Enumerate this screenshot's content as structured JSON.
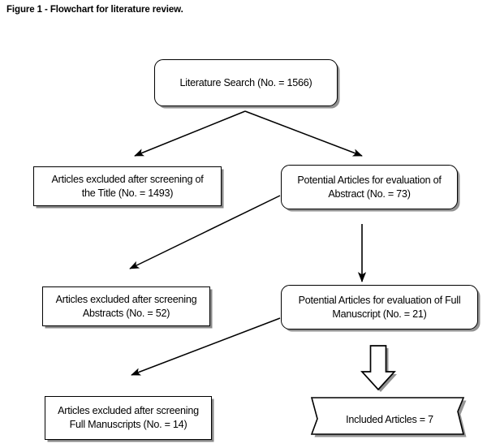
{
  "figure": {
    "caption": "Figure 1 - Flowchart for literature review."
  },
  "colors": {
    "stroke": "#000000",
    "fill": "#ffffff",
    "shadow": "#5a5a5a",
    "background": "#ffffff"
  },
  "chart_data": {
    "type": "diagram",
    "title": "Figure 1 - Flowchart for literature review.",
    "nodes": [
      {
        "id": "literature-search",
        "label": "Literature Search (No. = 1566)",
        "count": 1566,
        "shape": "rounded-rect",
        "level": 0,
        "column": "center"
      },
      {
        "id": "excluded-title",
        "label": "Articles excluded after screening of the Title (No. = 1493)",
        "count": 1493,
        "shape": "rect",
        "level": 1,
        "column": "left"
      },
      {
        "id": "potential-abstract",
        "label": "Potential Articles for evaluation of Abstract (No. = 73)",
        "count": 73,
        "shape": "rounded-rect",
        "level": 1,
        "column": "right"
      },
      {
        "id": "excluded-abstracts",
        "label": "Articles excluded after screening Abstracts (No. = 52)",
        "count": 52,
        "shape": "rect",
        "level": 2,
        "column": "left"
      },
      {
        "id": "potential-full-manuscript",
        "label": "Potential Articles for evaluation of Full Manuscript (No. = 21)",
        "count": 21,
        "shape": "rounded-rect",
        "level": 2,
        "column": "right"
      },
      {
        "id": "excluded-full-manuscripts",
        "label": "Articles excluded after screening Full Manuscripts (No. = 14)",
        "count": 14,
        "shape": "rect",
        "level": 3,
        "column": "left"
      },
      {
        "id": "included-articles",
        "label": "Included Articles = 7",
        "count": 7,
        "shape": "banner",
        "level": 3,
        "column": "right"
      }
    ],
    "edges": [
      {
        "from": "literature-search",
        "to": "excluded-title",
        "style": "line-arrow",
        "direction": "down-left"
      },
      {
        "from": "literature-search",
        "to": "potential-abstract",
        "style": "line-arrow",
        "direction": "down-right"
      },
      {
        "from": "potential-abstract",
        "to": "excluded-abstracts",
        "style": "line-arrow",
        "direction": "down-left"
      },
      {
        "from": "potential-abstract",
        "to": "potential-full-manuscript",
        "style": "line-arrow",
        "direction": "down"
      },
      {
        "from": "potential-full-manuscript",
        "to": "excluded-full-manuscripts",
        "style": "line-arrow",
        "direction": "down-left"
      },
      {
        "from": "potential-full-manuscript",
        "to": "included-articles",
        "style": "block-arrow",
        "direction": "down"
      }
    ]
  },
  "nodes": {
    "literature_search": {
      "line1": "Literature Search (No. = 1566)"
    },
    "excluded_title": {
      "line1": "Articles excluded after screening of",
      "line2": "the Title (No. = 1493)"
    },
    "potential_abstract": {
      "line1": "Potential Articles for evaluation of",
      "line2": "Abstract (No. = 73)"
    },
    "excluded_abstracts": {
      "line1": "Articles excluded after screening",
      "line2": "Abstracts (No. = 52)"
    },
    "potential_full_manuscript": {
      "line1": "Potential Articles for evaluation of Full",
      "line2": "Manuscript (No. = 21)"
    },
    "excluded_full_manuscripts": {
      "line1": "Articles excluded after screening",
      "line2": "Full Manuscripts (No. = 14)"
    },
    "included_articles": {
      "line1": "Included Articles = 7"
    }
  }
}
